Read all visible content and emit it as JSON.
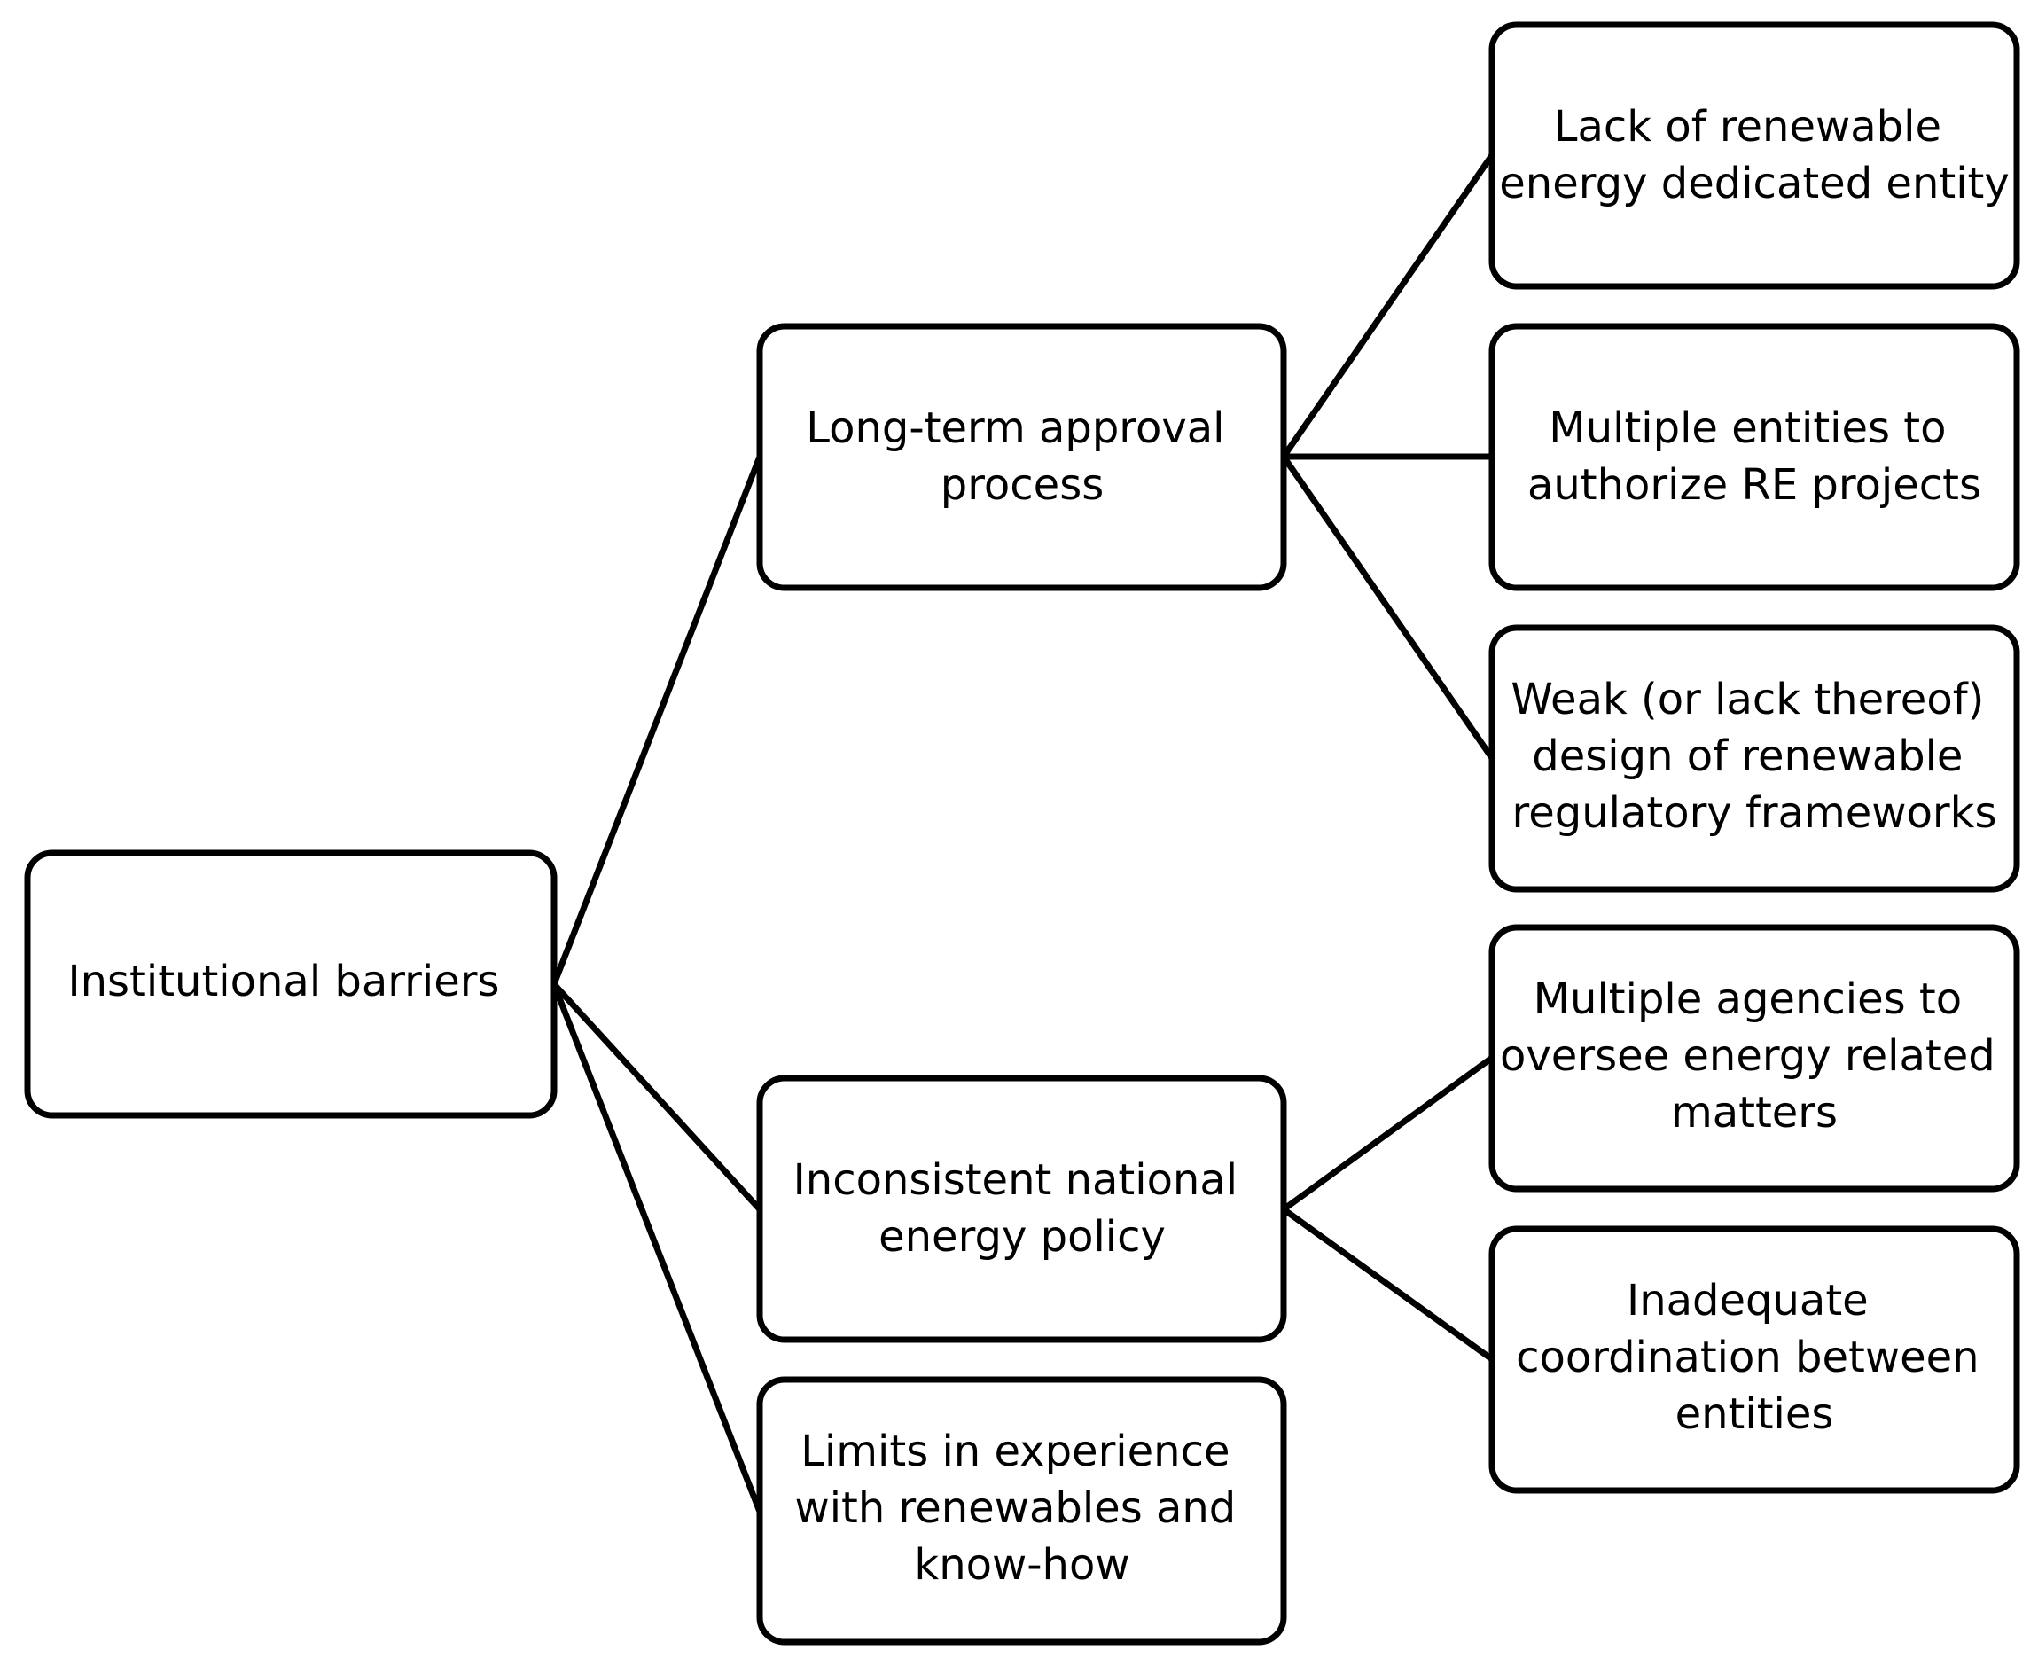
{
  "nodes": {
    "root": {
      "lines": [
        "Institutional barriers"
      ]
    },
    "approval": {
      "lines": [
        "Long-term approval",
        "process"
      ]
    },
    "policy": {
      "lines": [
        "Inconsistent national",
        "energy policy"
      ]
    },
    "experience": {
      "lines": [
        "Limits in experience",
        "with renewables and",
        "know-how"
      ]
    },
    "lack_entity": {
      "lines": [
        "Lack of renewable",
        "energy dedicated entity"
      ]
    },
    "multi_entities": {
      "lines": [
        "Multiple entities to",
        "authorize RE projects"
      ]
    },
    "weak_frameworks": {
      "lines": [
        "Weak (or lack thereof)",
        "design of renewable",
        "regulatory frameworks"
      ]
    },
    "multi_agencies": {
      "lines": [
        "Multiple agencies to",
        "oversee energy related",
        "matters"
      ]
    },
    "coordination": {
      "lines": [
        "Inadequate",
        "coordination between",
        "entities"
      ]
    }
  }
}
